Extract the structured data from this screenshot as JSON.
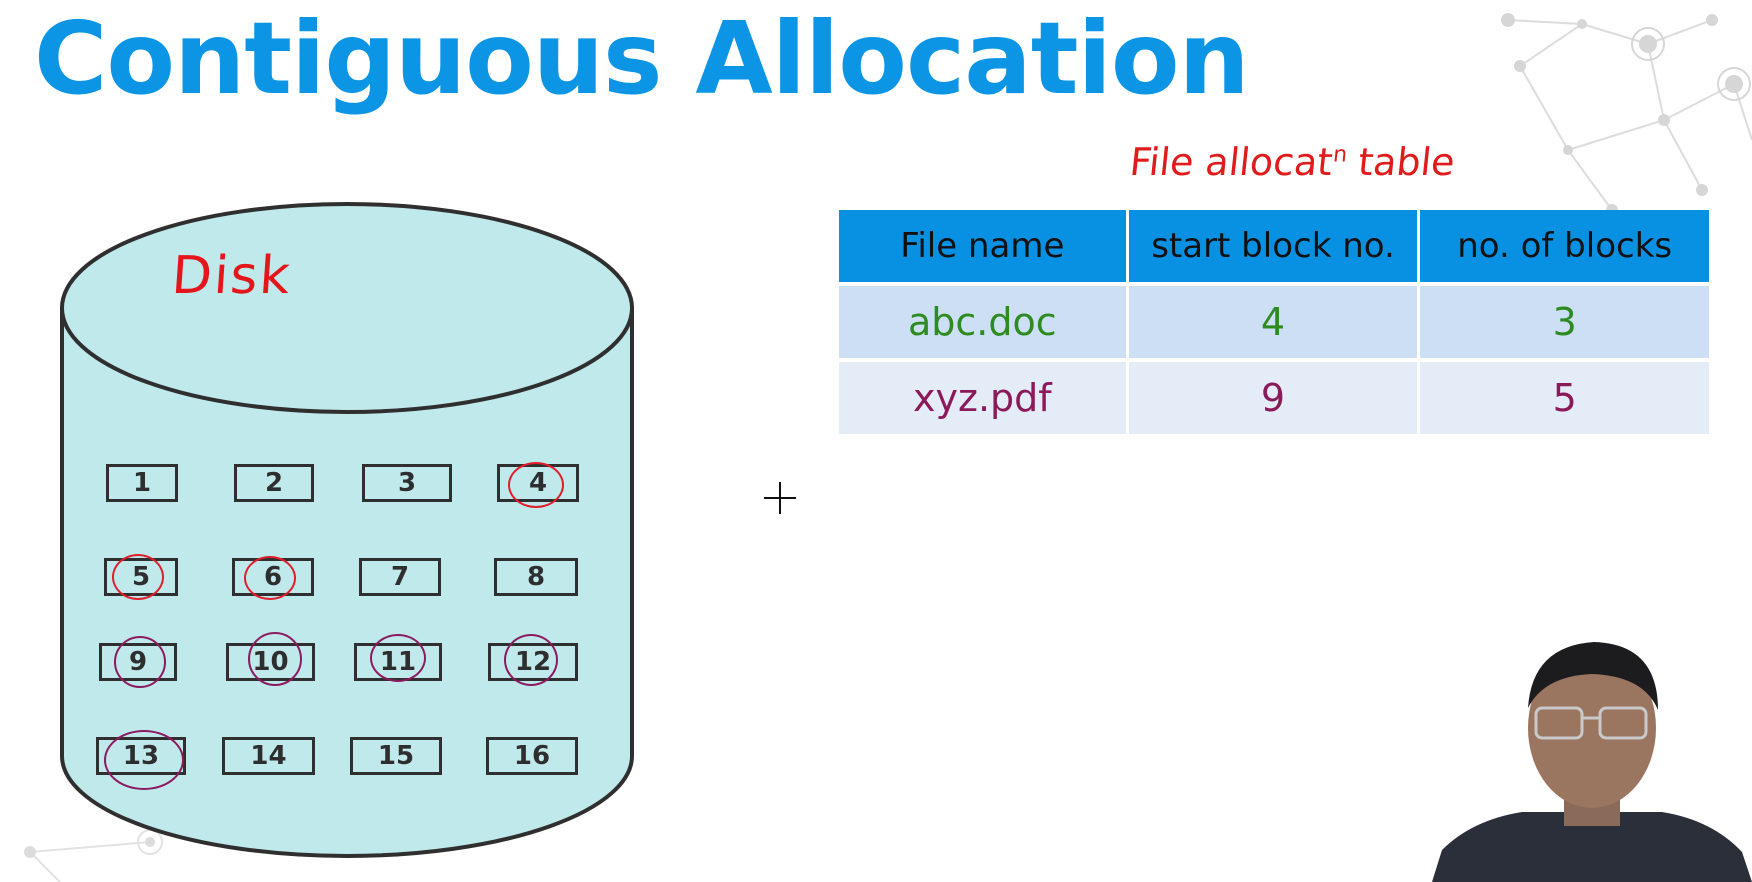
{
  "title": "Contiguous Allocation",
  "disk": {
    "label": "Disk",
    "blocks": [
      "1",
      "2",
      "3",
      "4",
      "5",
      "6",
      "7",
      "8",
      "9",
      "10",
      "11",
      "12",
      "13",
      "14",
      "15",
      "16"
    ]
  },
  "file_allocation_table": {
    "caption": "File allocat",
    "caption_sup": "n",
    "caption_end": " table",
    "headers": [
      "File name",
      "start block no.",
      "no. of blocks"
    ],
    "rows": [
      [
        "abc.doc",
        "4",
        "3"
      ],
      [
        "xyz.pdf",
        "9",
        "5"
      ]
    ]
  },
  "colors": {
    "title": "#0b95e4",
    "disk_fill": "#c0e9ec",
    "header_fill": "#0891e3",
    "annotation_red": "#e11b1b",
    "annotation_green": "#2e8b22",
    "annotation_purple": "#8b1a5a"
  },
  "icons": [
    "crosshair-cursor-icon",
    "network-decoration-icon"
  ]
}
